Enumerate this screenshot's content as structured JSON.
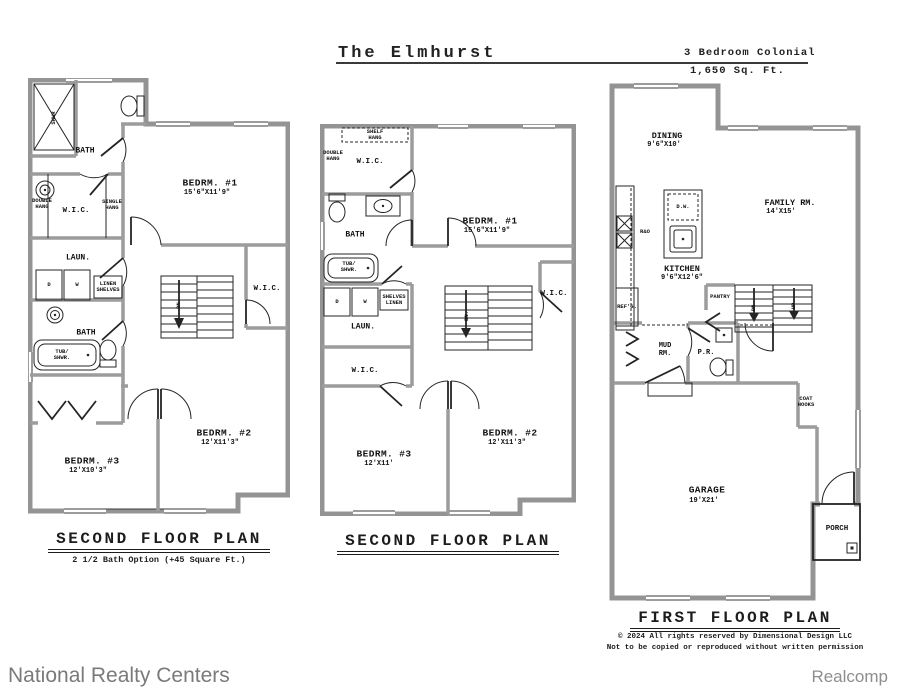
{
  "header": {
    "title": "The Elmhurst",
    "spec_line1": "3 Bedroom Colonial",
    "spec_line2": "1,650 Sq. Ft."
  },
  "plan_a": {
    "title": "SECOND FLOOR PLAN",
    "subtitle": "2 1/2 Bath Option (+45 Square Ft.)",
    "labels": {
      "shwr": "SHWR",
      "bath_upper": "BATH",
      "double_hang": "DOUBLE\nHANG",
      "wic_upper": "W.I.C.",
      "single_hang": "SINGLE\nHANG",
      "laun": "LAUN.",
      "dryer": "D",
      "washer": "W",
      "linen_shelves": "LINEN\nSHELVES",
      "bedrm1": "BEDRM. #1",
      "bedrm1_dim": "15'6\"X11'9\"",
      "dn": "DN.",
      "wic_right": "W.I.C.",
      "bath_lower": "BATH",
      "tub": "TUB/\nSHWR.",
      "bedrm2": "BEDRM. #2",
      "bedrm2_dim": "12'X11'3\"",
      "bedrm3": "BEDRM. #3",
      "bedrm3_dim": "12'X10'3\""
    }
  },
  "plan_b": {
    "title": "SECOND FLOOR PLAN",
    "labels": {
      "shelf_hang": "SHELF\nHANG",
      "double_hang": "DOUBLE\nHANG",
      "wic_top": "W.I.C.",
      "bath": "BATH",
      "tub": "TUB/\nSHWR.",
      "dryer": "D",
      "washer": "W",
      "shelves_linen": "SHELVES\nLINEN",
      "laun": "LAUN.",
      "wic_left": "W.I.C.",
      "bedrm1": "BEDRM. #1",
      "bedrm1_dim": "15'6\"X11'9\"",
      "dn": "DN.",
      "wic_right": "W.I.C.",
      "bedrm2": "BEDRM. #2",
      "bedrm2_dim": "12'X11'3\"",
      "bedrm3": "BEDRM. #3",
      "bedrm3_dim": "12'X11'"
    }
  },
  "plan_c": {
    "title": "FIRST FLOOR PLAN",
    "copyright_line1": "© 2024 All rights reserved by Dimensional Design LLC",
    "copyright_line2": "Not to be copied or reproduced without written permission",
    "labels": {
      "dining": "DINING",
      "dining_dim": "9'6\"X10'",
      "family": "FAMILY RM.",
      "family_dim": "14'X15'",
      "kitchen": "KITCHEN",
      "kitchen_dim": "9'6\"X12'6\"",
      "dw": "D.W.",
      "ro": "R&O",
      "refg": "REF'G.",
      "pantry": "PANTRY",
      "dn": "DN",
      "up": "UP",
      "mud_rm": "MUD\nRM.",
      "pr": "P.R.",
      "coat_hooks": "COAT\nHOOKS",
      "garage": "GARAGE",
      "garage_dim": "19'X21'",
      "porch": "PORCH"
    }
  },
  "footer": {
    "brand_left": "National Realty Centers",
    "brand_right": "Realcomp"
  }
}
